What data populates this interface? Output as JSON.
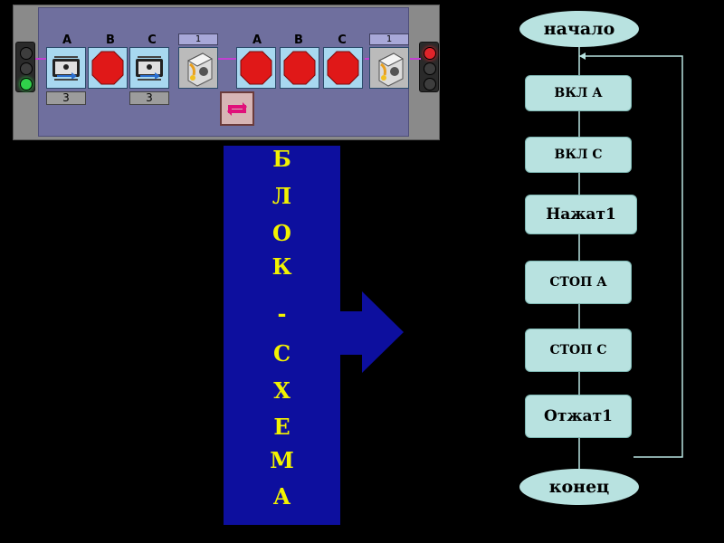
{
  "panel": {
    "group1": {
      "ports": [
        "A",
        "B",
        "C"
      ],
      "counter": "1",
      "values": [
        "3",
        "3"
      ]
    },
    "group2": {
      "ports": [
        "A",
        "B",
        "C"
      ],
      "counter": "1"
    },
    "blocks": [
      "motor-icon",
      "stop-sign-icon",
      "motor-icon",
      "touch-sensor-icon",
      "stop-sign-icon",
      "stop-sign-icon",
      "stop-sign-icon",
      "touch-sensor-icon"
    ],
    "loop_button": "loop-icon",
    "colors": {
      "stop": "#e01818",
      "wire": "#c23fd1"
    }
  },
  "banner": {
    "letters": [
      "Б",
      "Л",
      "О",
      "К",
      "-",
      "С",
      "Х",
      "Е",
      "М",
      "А"
    ],
    "background": "#0d0f9e",
    "text_color": "#f2f200"
  },
  "flowchart": {
    "start": "начало",
    "steps": [
      "ВКЛ А",
      "ВКЛ С",
      "Нажат1",
      "СТОП А",
      "СТОП С",
      "Отжат1"
    ],
    "end": "конец",
    "shape_color": "#b8e2e0"
  }
}
